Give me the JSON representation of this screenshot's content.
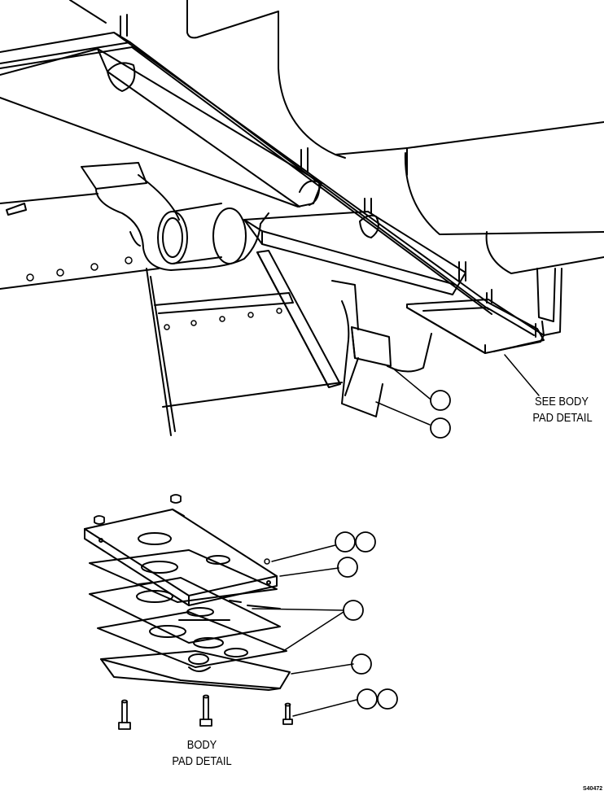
{
  "callouts": {
    "see_body_line1": "SEE BODY",
    "see_body_line2": "PAD DETAIL",
    "body_line1": "BODY",
    "body_line2": "PAD DETAIL"
  },
  "figure_number": "S40472"
}
